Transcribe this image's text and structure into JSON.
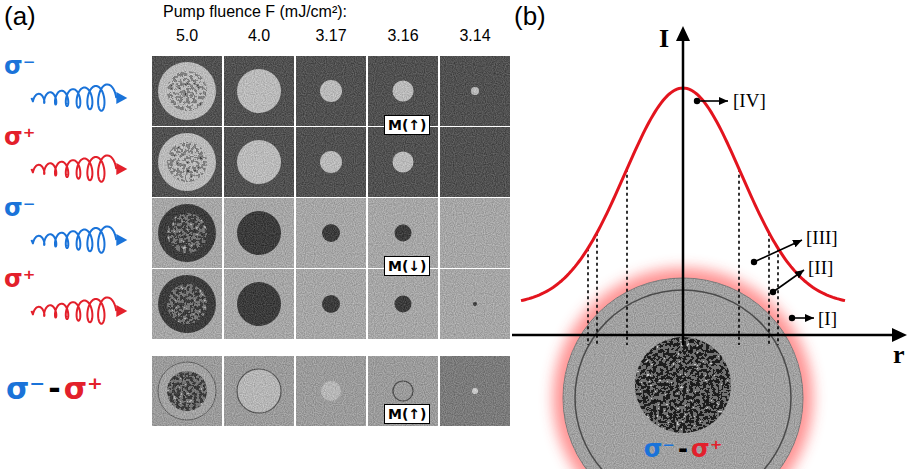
{
  "diagram": {
    "labels": [
      "(a)",
      "Pump fluence F (mJ/cm²):",
      "5.0",
      "4.0",
      "3.17",
      "3.16",
      "3.14",
      "σ⁻",
      "σ⁺",
      "σ⁻",
      "σ⁺",
      "M(↑)",
      "M(↓)",
      "σ⁻",
      "-",
      "σ⁺",
      "M(↑)",
      "(b)",
      "I",
      "r",
      "[IV]",
      "[III]",
      "[II]",
      "[I]",
      "σ⁻",
      "-",
      "σ⁺"
    ]
  }
}
